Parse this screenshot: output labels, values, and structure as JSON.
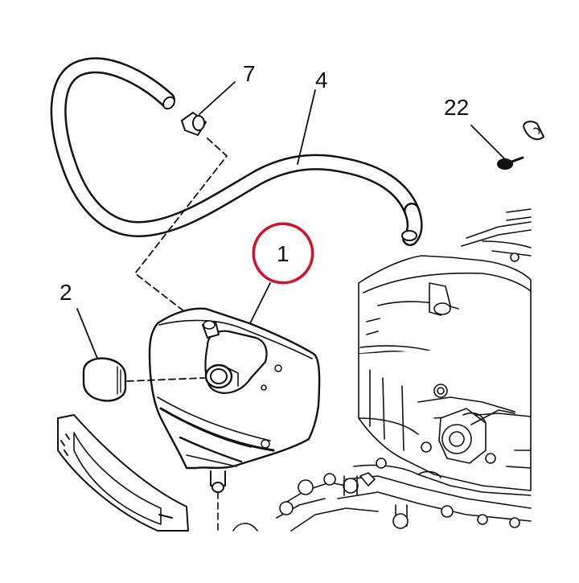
{
  "diagram": {
    "callouts": [
      {
        "id": "7",
        "label": "7"
      },
      {
        "id": "4",
        "label": "4"
      },
      {
        "id": "22",
        "label": "22"
      },
      {
        "id": "1",
        "label": "1"
      },
      {
        "id": "2",
        "label": "2"
      }
    ],
    "highlight_color": "#d0142a",
    "line_color": "#111111"
  }
}
